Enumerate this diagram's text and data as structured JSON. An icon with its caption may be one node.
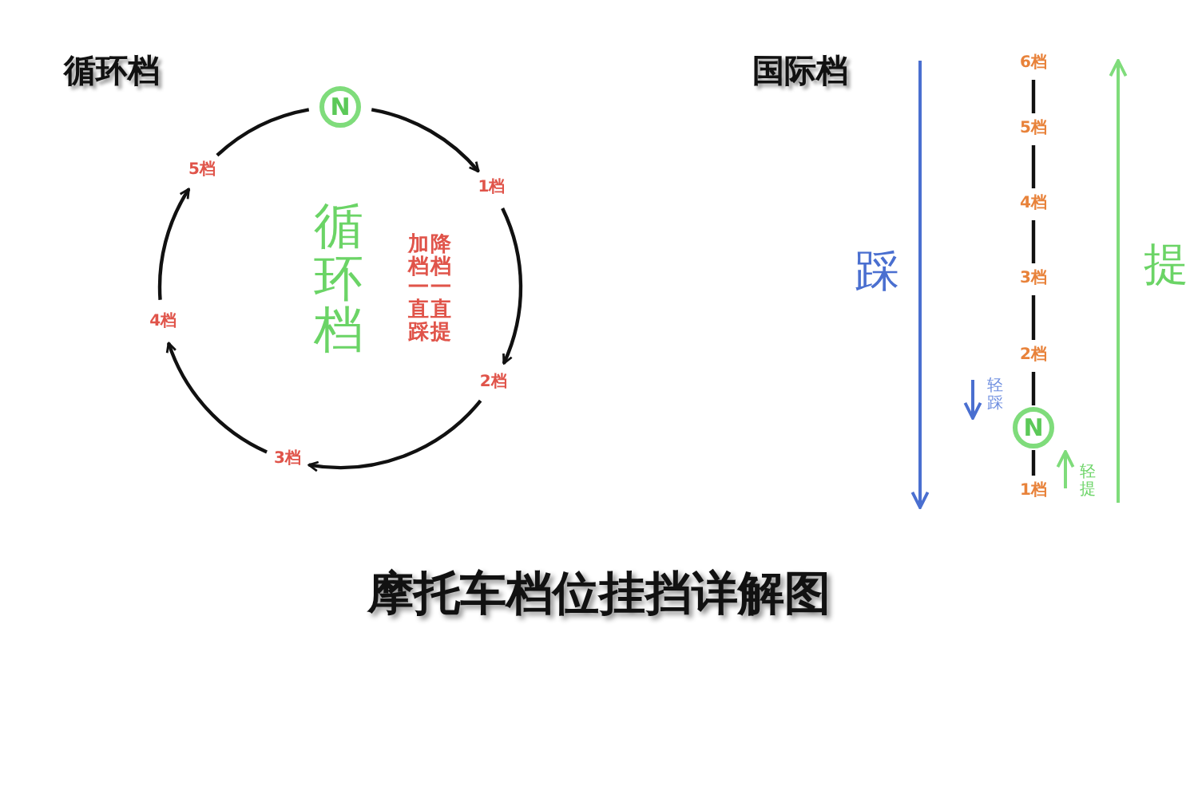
{
  "diagram": {
    "title": "摩托车档位挂挡详解图",
    "nodes": [
      {
        "text": [
          "N"
        ]
      },
      {
        "text": [
          "1档"
        ]
      },
      {
        "text": [
          "2档"
        ]
      },
      {
        "text": [
          "3档"
        ]
      },
      {
        "text": [
          "4档"
        ]
      },
      {
        "text": [
          "5档"
        ]
      },
      {
        "text": [
          "N"
        ]
      },
      {
        "text": [
          "1档"
        ]
      },
      {
        "text": [
          "2档"
        ]
      },
      {
        "text": [
          "3档"
        ]
      },
      {
        "text": [
          "4档"
        ]
      },
      {
        "text": [
          "5档"
        ]
      },
      {
        "text": [
          "6档"
        ]
      }
    ],
    "edges": [
      {
        "from": 0,
        "to": 1,
        "arrow": "to"
      },
      {
        "from": 1,
        "to": 2,
        "arrow": "to"
      },
      {
        "from": 2,
        "to": 3,
        "arrow": "to"
      },
      {
        "from": 3,
        "to": 4,
        "arrow": "to"
      },
      {
        "from": 4,
        "to": 5,
        "arrow": "to"
      },
      {
        "from": 5,
        "to": 0,
        "arrow": "none"
      },
      {
        "from": 7,
        "to": 6,
        "arrow": "none"
      },
      {
        "from": 6,
        "to": 8,
        "arrow": "none"
      },
      {
        "from": 8,
        "to": 9,
        "arrow": "none"
      },
      {
        "from": 9,
        "to": 10,
        "arrow": "none"
      },
      {
        "from": 10,
        "to": 11,
        "arrow": "none"
      },
      {
        "from": 11,
        "to": 12,
        "arrow": "none"
      }
    ],
    "labels": [
      "循环档",
      "国际档",
      "循环档",
      "加档一直踩",
      "降档一直提",
      "踩",
      "提",
      "轻踩",
      "轻提"
    ]
  }
}
